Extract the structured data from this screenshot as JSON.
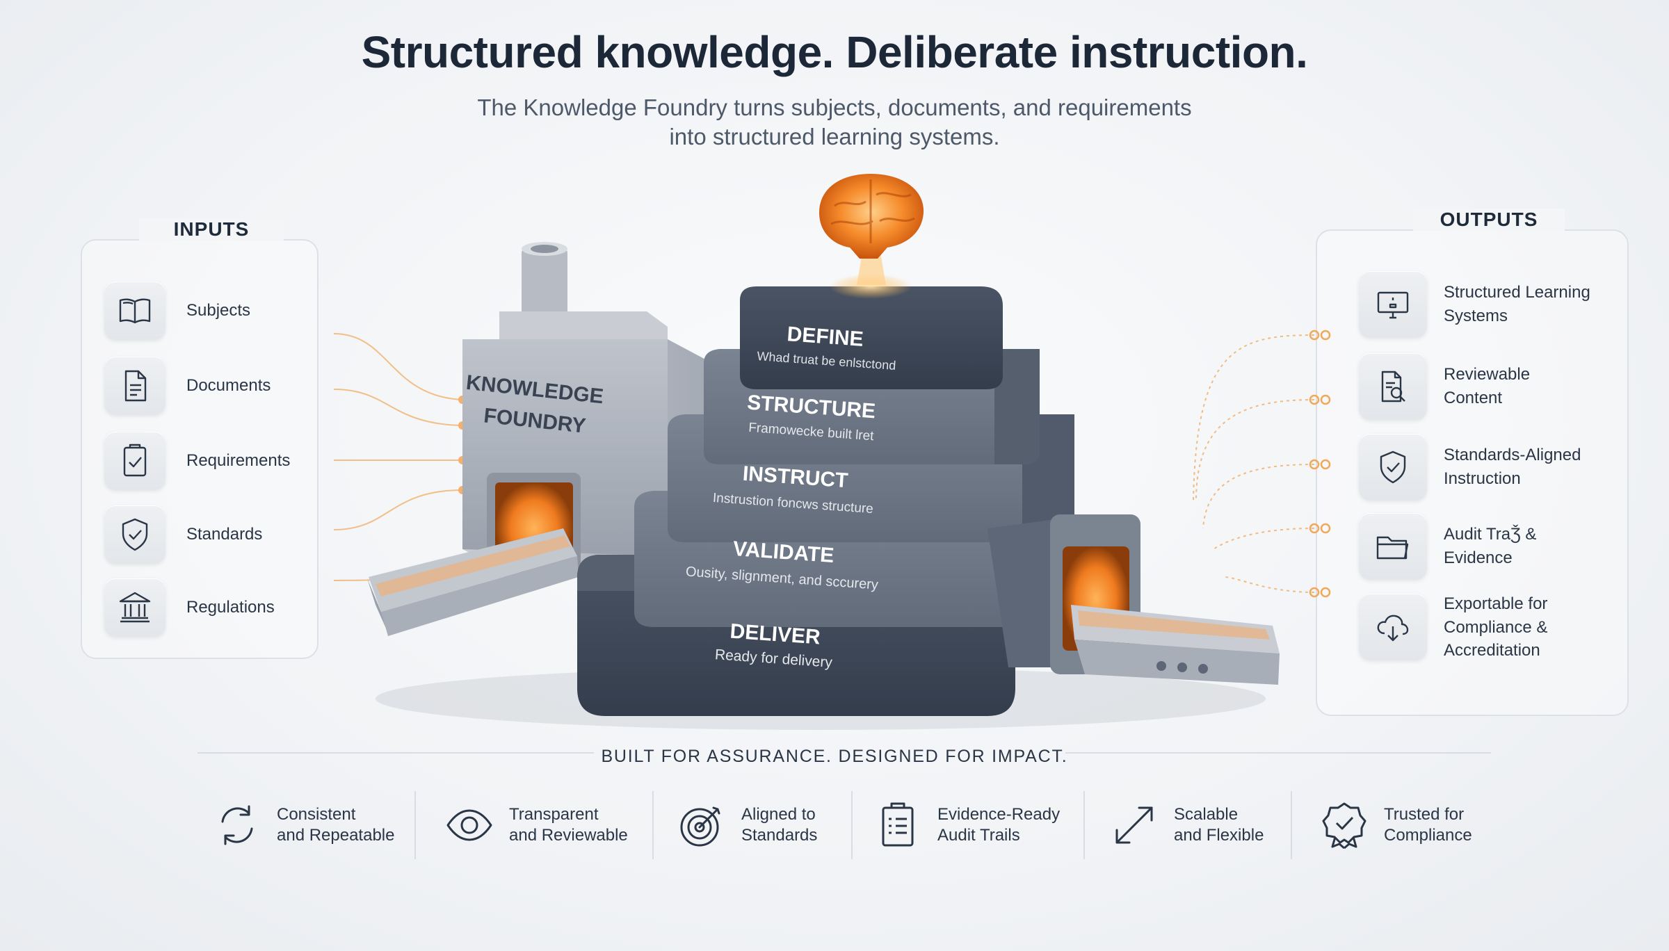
{
  "header": {
    "title": "Structured knowledge. Deliberate instruction.",
    "subtitle_line1": "The Knowledge Foundry turns subjects, documents, and requirements",
    "subtitle_line2": "into structured learning systems."
  },
  "inputs": {
    "title": "INPUTS",
    "items": [
      {
        "label": "Subjects",
        "icon": "book-icon"
      },
      {
        "label": "Documents",
        "icon": "document-icon"
      },
      {
        "label": "Requirements",
        "icon": "checklist-icon"
      },
      {
        "label": "Standards",
        "icon": "shield-check-icon"
      },
      {
        "label": "Regulations",
        "icon": "institution-icon"
      }
    ]
  },
  "outputs": {
    "title": "OUTPUTS",
    "items": [
      {
        "line1": "Structured Learning",
        "line2": "Systems",
        "icon": "monitor-icon"
      },
      {
        "line1": "Reviewable",
        "line2": "Content",
        "icon": "document-search-icon"
      },
      {
        "line1": "Standards-Aligned",
        "line2": "Instruction",
        "icon": "shield-check-icon"
      },
      {
        "line1": "Audit TraǮ &",
        "line2": "Evidence",
        "icon": "folder-icon"
      },
      {
        "line1": "Exportable for",
        "line2": "Compliance &",
        "line3": "Accreditation",
        "icon": "cloud-download-icon"
      }
    ]
  },
  "foundry": {
    "label_line1": "KNOWLEDGE",
    "label_line2": "FOUNDRY",
    "brain_icon": "brain-icon"
  },
  "tiers": [
    {
      "name": "DEFINE",
      "caption": "Whad truat be enlstctond"
    },
    {
      "name": "STRUCTURE",
      "caption": "Framowecke built lret"
    },
    {
      "name": "INSTRUCT",
      "caption": "Instrustion foncws structure"
    },
    {
      "name": "VALIDATE",
      "caption": "Ousity, slignment, and sccurery"
    },
    {
      "name": "DELIVER",
      "caption": "Ready for delivery"
    }
  ],
  "banner": {
    "title": "BUILT FOR ASSURANCE. DESIGNED FOR IMPACT.",
    "features": [
      {
        "line1": "Consistent",
        "line2": "and Repeatable",
        "icon": "cycle-arrows-icon"
      },
      {
        "line1": "Transparent",
        "line2": "and Reviewable",
        "icon": "eye-icon"
      },
      {
        "line1": "Aligned to",
        "line2": "Standards",
        "icon": "target-icon"
      },
      {
        "line1": "Evidence-Ready",
        "line2": "Audit Trails",
        "icon": "clipboard-icon"
      },
      {
        "line1": "Scalable",
        "line2": "and Flexible",
        "icon": "expand-arrows-icon"
      },
      {
        "line1": "Trusted for",
        "line2": "Compliance",
        "icon": "award-badge-icon"
      }
    ]
  },
  "colors": {
    "accent": "#f08a2c",
    "tier_dark": "#3c4656",
    "tier_mid": "#6b7483",
    "text_dark": "#1c2738"
  }
}
